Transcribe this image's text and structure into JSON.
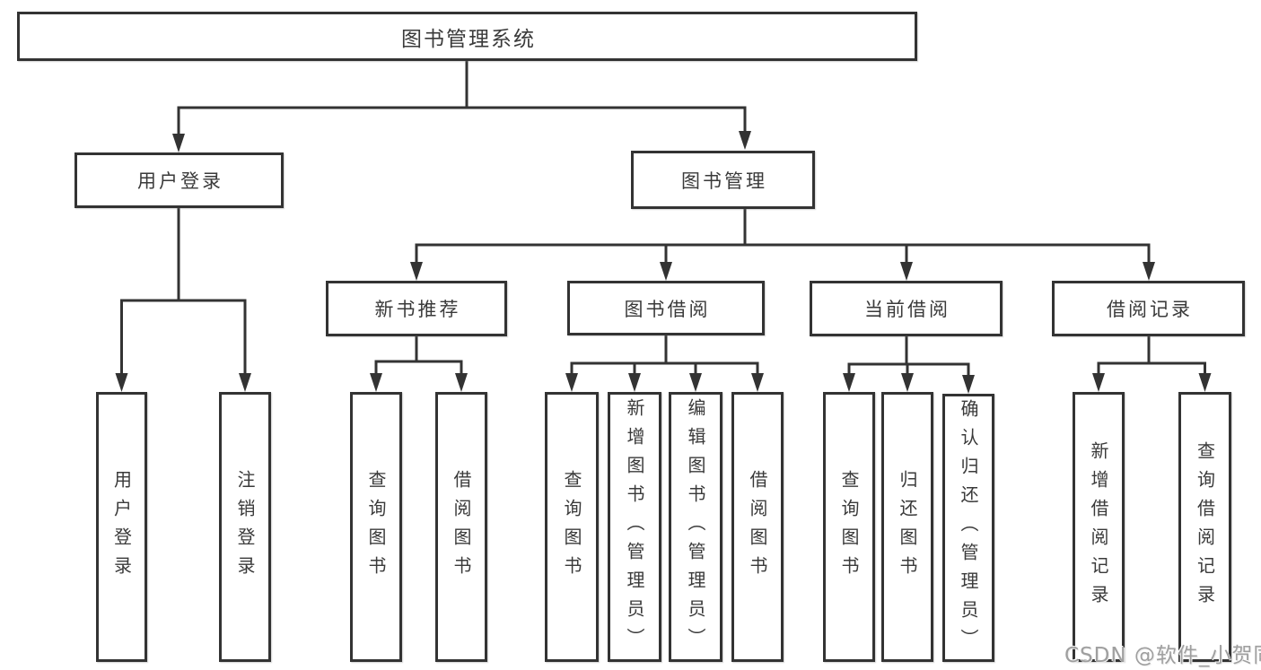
{
  "diagram": {
    "root": {
      "label": "图书管理系统"
    },
    "branches": {
      "user_login": {
        "label": "用户登录",
        "children": {
          "login": {
            "label": "用户登录"
          },
          "logout": {
            "label": "注销登录"
          }
        }
      },
      "book_mgmt": {
        "label": "图书管理",
        "children": {
          "new_book": {
            "label": "新书推荐",
            "children": {
              "query": {
                "label": "查询图书"
              },
              "borrow": {
                "label": "借阅图书"
              }
            }
          },
          "book_borrow": {
            "label": "图书借阅",
            "children": {
              "query": {
                "label": "查询图书"
              },
              "add": {
                "label": "新增图书（管理员）"
              },
              "edit": {
                "label": "编辑图书（管理员）"
              },
              "borrow": {
                "label": "借阅图书"
              }
            }
          },
          "current_borrow": {
            "label": "当前借阅",
            "children": {
              "query": {
                "label": "查询图书"
              },
              "return": {
                "label": "归还图书"
              },
              "confirm": {
                "label": "确认归还（管理员）"
              }
            }
          },
          "records": {
            "label": "借阅记录",
            "children": {
              "add": {
                "label": "新增借阅记录"
              },
              "query": {
                "label": "查询借阅记录"
              }
            }
          }
        }
      }
    }
  },
  "watermark": {
    "text": "CSDN @软件_小贺同学"
  },
  "colors": {
    "line": "#333333",
    "box_border": "#333333",
    "text": "#3a3a3a",
    "watermark_text": "#9f9f9f",
    "background": "#ffffff"
  }
}
